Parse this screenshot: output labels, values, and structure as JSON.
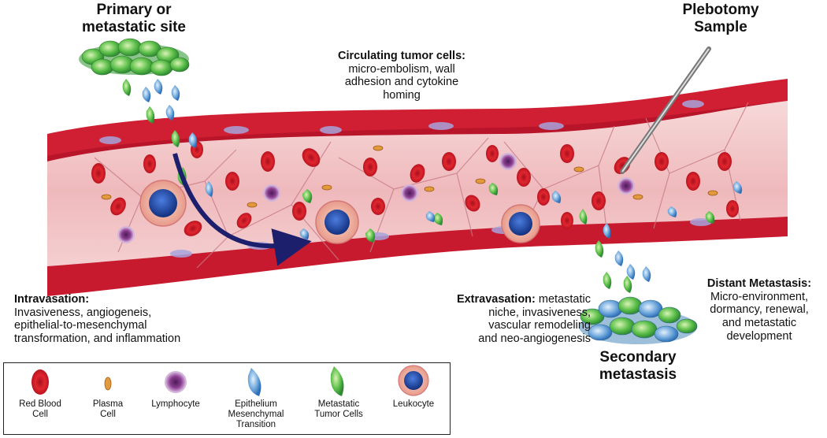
{
  "labels": {
    "primary_site": [
      "Primary or",
      "metastatic site"
    ],
    "plebotomy": [
      "Plebotomy",
      "Sample"
    ],
    "secondary": [
      "Secondary",
      "metastasis"
    ],
    "ctc_title": "Circulating tumor cells:",
    "ctc_body": [
      "micro-embolism, wall",
      "adhesion and cytokine",
      "homing"
    ],
    "intravasation_title": "Intravasation:",
    "intravasation_body": [
      "Invasiveness, angiogeneis,",
      "epithelial-to-mesenchymal",
      "transformation, and inflammation"
    ],
    "extravasation_title": "Extravasation:",
    "extravasation_body_first": "metastatic",
    "extravasation_body": [
      "niche, invasiveness,",
      "vascular remodeling",
      "and neo-angiogenesis"
    ],
    "distant_title": "Distant Metastasis:",
    "distant_body": [
      "Micro-environment,",
      "dormancy, renewal,",
      "and metastatic",
      "development"
    ]
  },
  "legend": [
    {
      "icon": "red-blood-cell",
      "label": [
        "Red Blood",
        "Cell"
      ]
    },
    {
      "icon": "plasma-cell",
      "label": [
        "Plasma",
        "Cell"
      ]
    },
    {
      "icon": "lymphocyte",
      "label": [
        "Lymphocyte"
      ]
    },
    {
      "icon": "emt-cell",
      "label": [
        "Epithelium",
        "Mesenchymal",
        "Transition"
      ]
    },
    {
      "icon": "metastatic-tumor-cell",
      "label": [
        "Metastatic",
        "Tumor Cells"
      ]
    },
    {
      "icon": "leukocyte",
      "label": [
        "Leukocyte"
      ]
    }
  ],
  "colors": {
    "vessel_wall": "#c4162a",
    "vessel_lumen": "#f2c7c7",
    "rbc": "#d81e2a",
    "tumor_green": "#4fb34a",
    "emt_blue": "#4d8fd0",
    "lymphocyte": "#8a3d8e",
    "leukocyte_core": "#1f4fb0",
    "arrow": "#1c1f6b"
  }
}
